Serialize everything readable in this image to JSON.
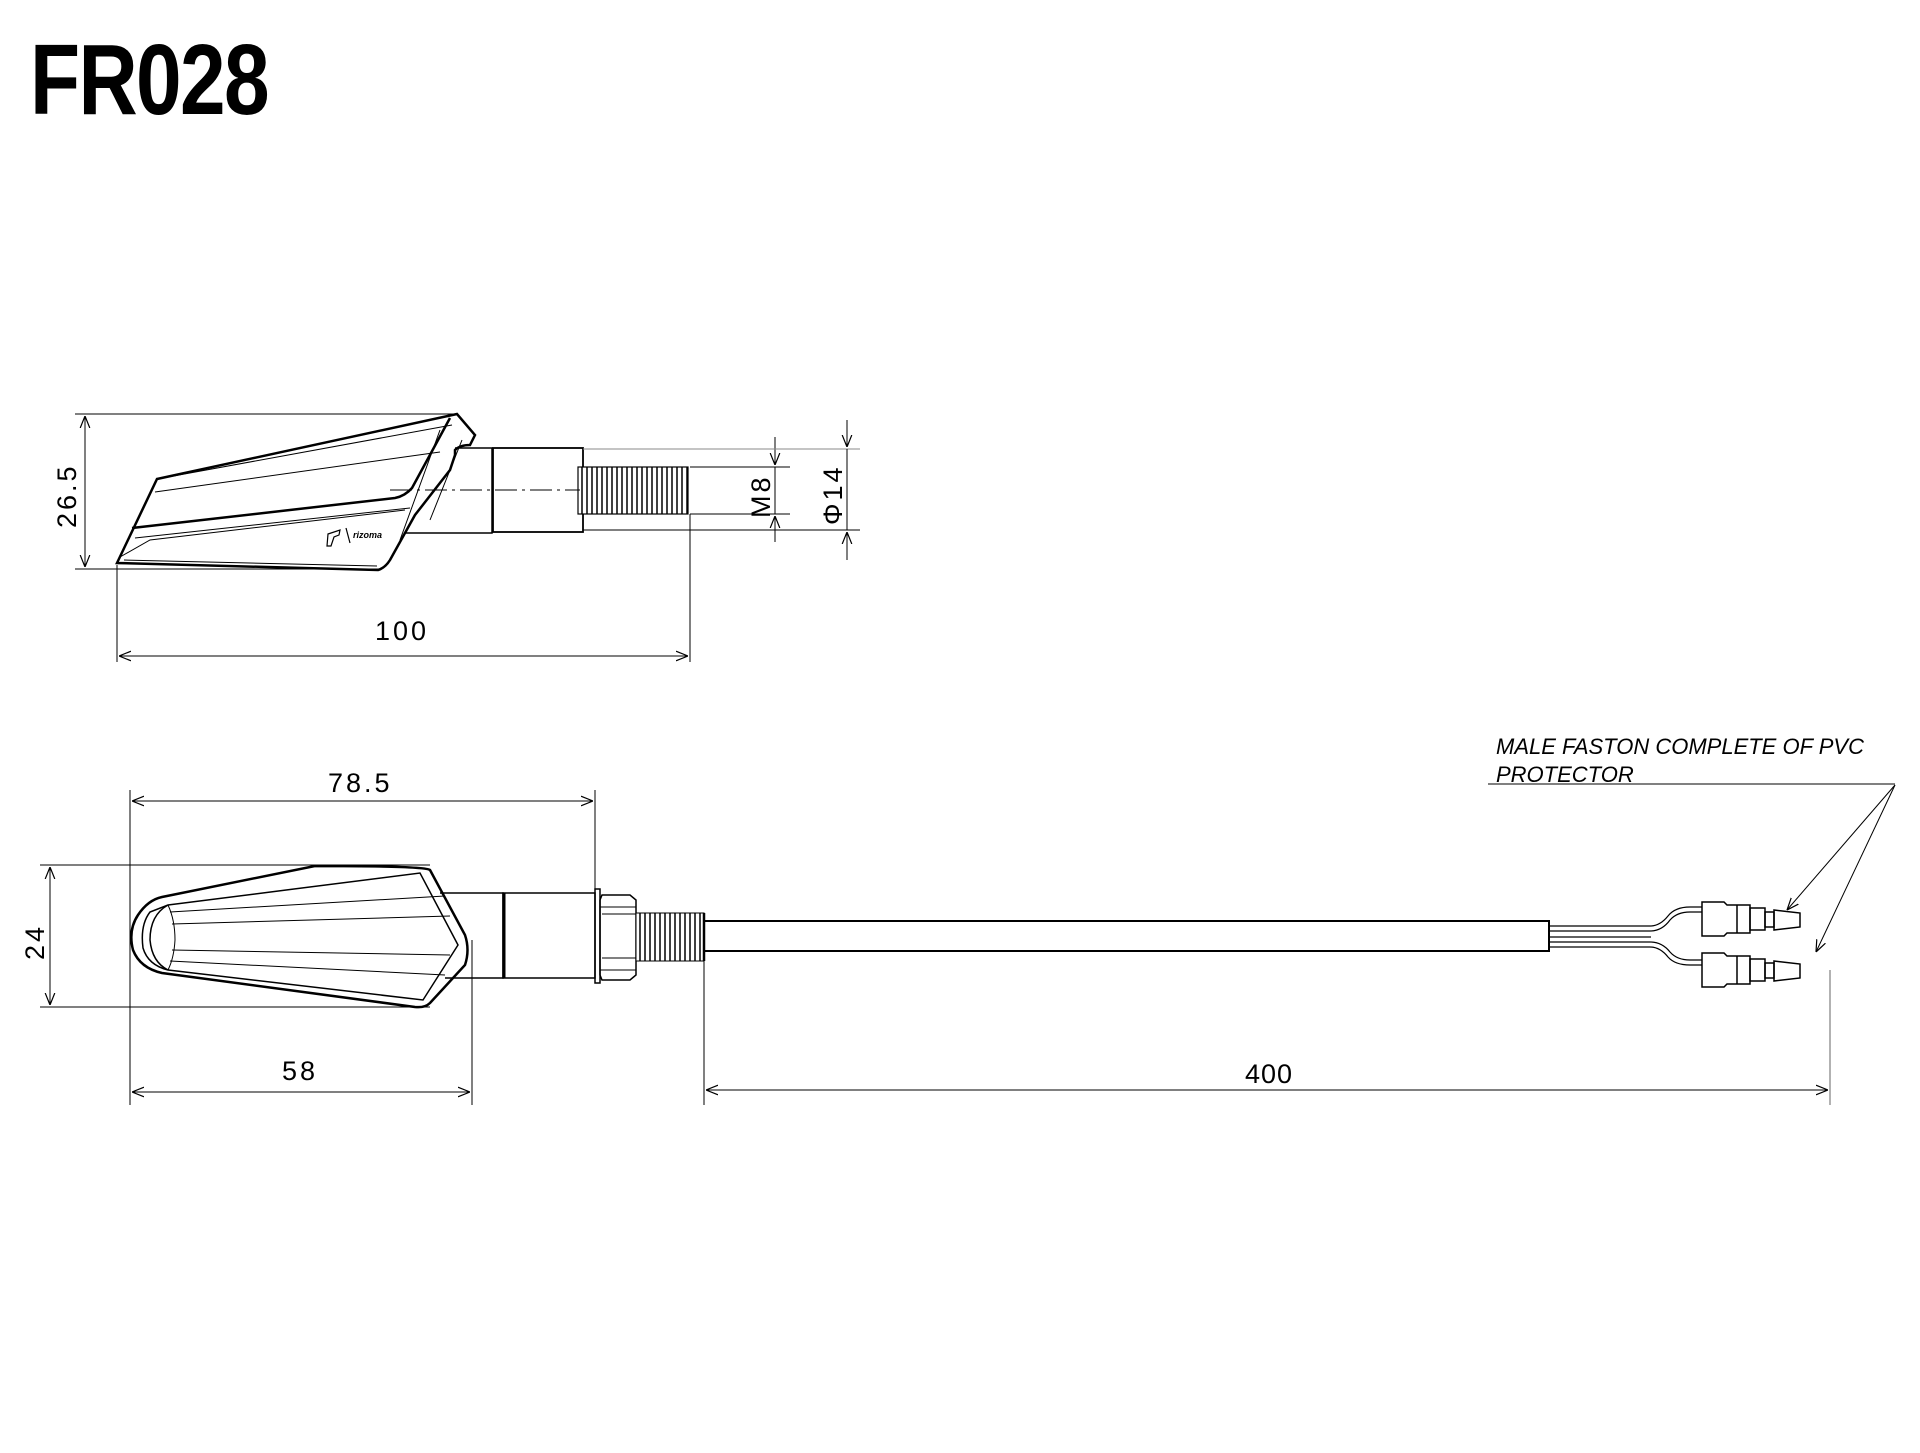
{
  "title": "FR028",
  "side_view": {
    "dimensions": {
      "height": "26.5",
      "overall_length": "100",
      "thread": "M8",
      "diameter": "Φ14"
    },
    "logo": "rizoma"
  },
  "top_view": {
    "dimensions": {
      "width": "24",
      "body_to_nut_length": "78.5",
      "lens_length": "58",
      "cable_length": "400"
    },
    "note_line1": "MALE FASTON COMPLETE OF PVC",
    "note_line2": "PROTECTOR"
  },
  "colors": {
    "line": "#000000",
    "background": "#ffffff"
  }
}
